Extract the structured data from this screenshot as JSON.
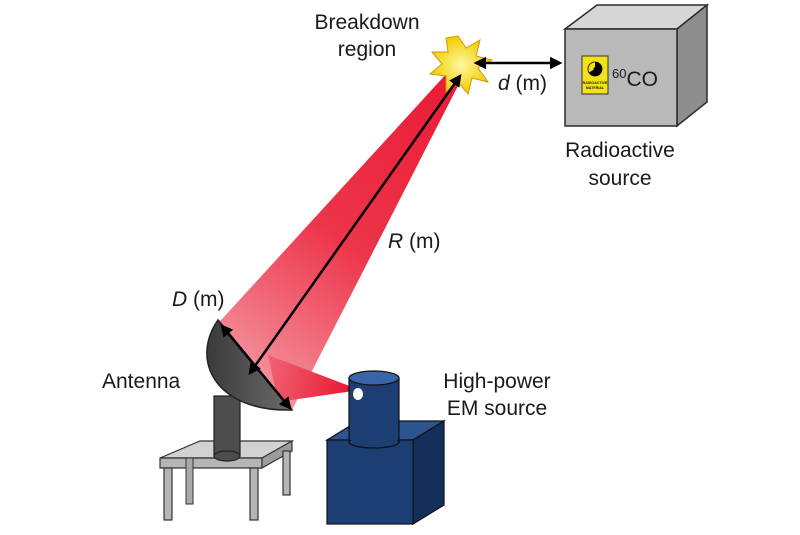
{
  "labels": {
    "breakdown_line1": "Breakdown",
    "breakdown_line2": "region",
    "d_symbol": "d",
    "d_unit": " (m)",
    "isotope_mass": "60",
    "isotope_symbol": "CO",
    "source_line1": "Radioactive",
    "source_line2": "source",
    "r_symbol": "R",
    "r_unit": " (m)",
    "dia_symbol": "D",
    "dia_unit": " (m)",
    "antenna": "Antenna",
    "em_line1": "High-power",
    "em_line2": "EM source",
    "warning_line1": "RADIOACTIVE",
    "warning_line2": "MATERIAL"
  },
  "icons": {
    "breakdown": "starburst-icon",
    "warning": "radiation-trefoil-icon"
  },
  "colors": {
    "beam": "#e8102a",
    "star": "#f4d400",
    "box_front": "#b9b9b9",
    "box_side": "#8e8e8e",
    "box_top": "#d6d6d6",
    "em_source": "#1c3e72",
    "antenna": "#4d4d4d",
    "stand": "#b5b5b5",
    "warning_label": "#f3e21a"
  }
}
